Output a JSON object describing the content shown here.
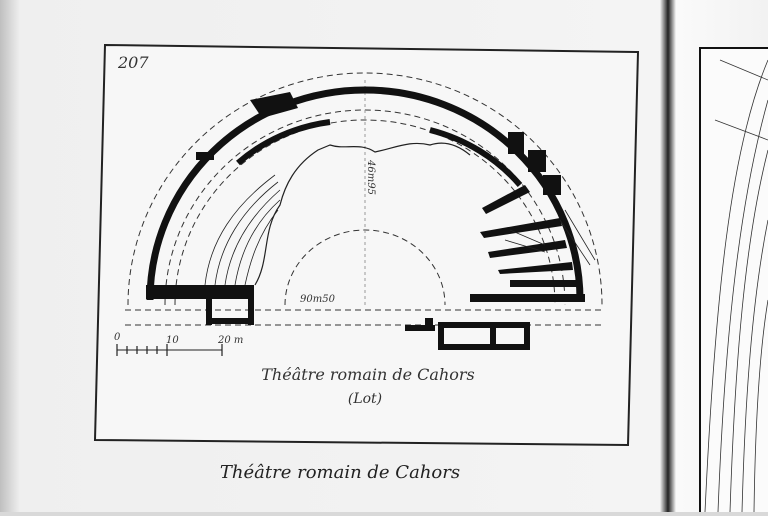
{
  "plate_number": "207",
  "title": "Théâtre romain de Cahors",
  "subtitle": "(Lot)",
  "scale": {
    "labels": [
      "0",
      "10",
      "20 m"
    ]
  },
  "dimensions": {
    "radius_label": "46m95",
    "diameter_label": "90m50"
  },
  "caption": "Théâtre romain de Cahors",
  "colors": {
    "ink": "#111111",
    "paper": "#f4f4f4"
  }
}
